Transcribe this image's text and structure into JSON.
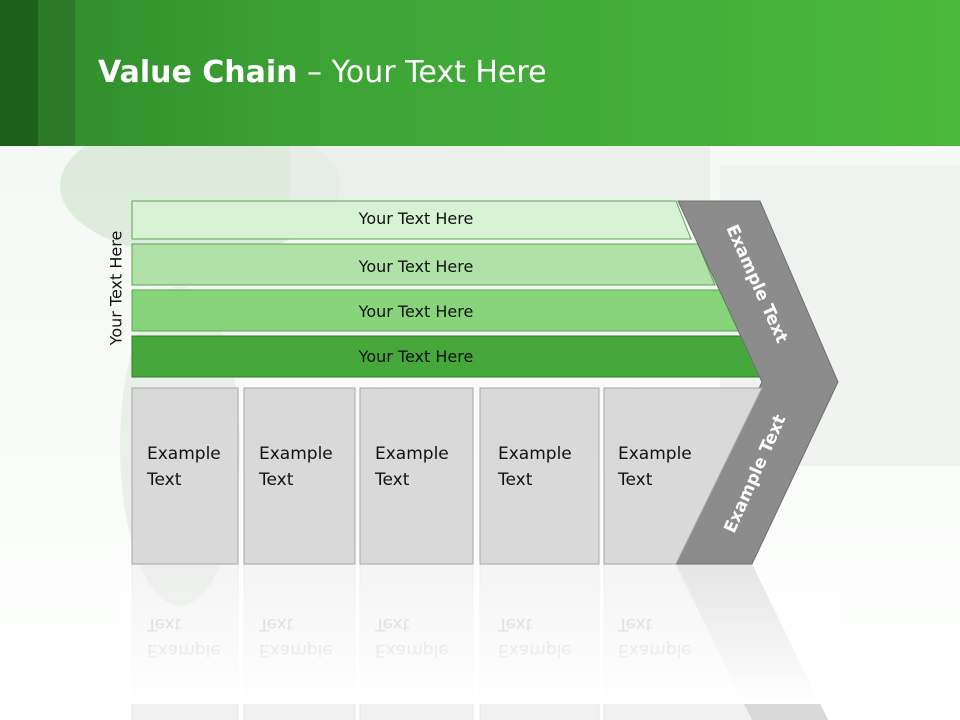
{
  "slide": {
    "title_bold": "Value Chain",
    "title_rest": " – Your Text Here"
  },
  "diagram": {
    "side_label": "Your Text Here",
    "support_activities": [
      "Your Text Here",
      "Your Text Here",
      "Your Text Here",
      "Your Text Here"
    ],
    "primary_activities": [
      [
        "Example",
        "Text"
      ],
      [
        "Example",
        "Text"
      ],
      [
        "Example",
        "Text"
      ],
      [
        "Example",
        "Text"
      ],
      [
        "Example",
        "Text"
      ]
    ],
    "arrow_top_label": "Example Text",
    "arrow_bottom_label": "Example Text"
  },
  "colors": {
    "header_green": "#3da436",
    "bar1": "#d8f2d5",
    "bar2": "#b0e2a7",
    "bar3": "#88d47b",
    "bar4": "#46a83a",
    "box_gray": "#d9d9d9",
    "arrow_gray": "#8c8c8c"
  }
}
